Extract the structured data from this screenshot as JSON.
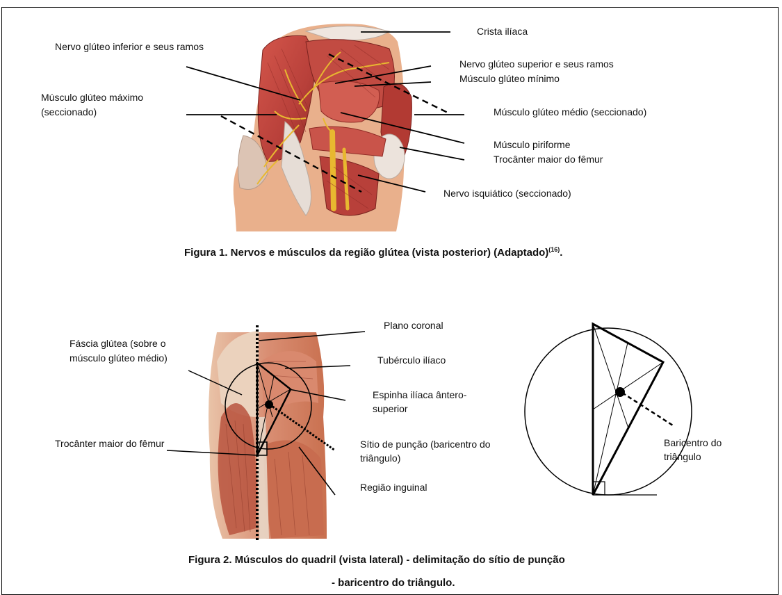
{
  "figure1": {
    "caption": "Figura 1. Nervos e músculos da região glútea (vista posterior) (Adaptado)",
    "caption_ref": "(16)",
    "caption_end": ".",
    "labels": {
      "crista_iliaca": "Crista ilíaca",
      "nervo_gluteo_inferior": "Nervo glúteo inferior e seus ramos",
      "nervo_gluteo_superior": "Nervo glúteo superior e seus ramos",
      "musculo_gluteo_minimo": "Músculo glúteo mínimo",
      "musculo_gluteo_maximo_1": "Músculo glúteo máximo",
      "musculo_gluteo_maximo_2": "(seccionado)",
      "musculo_gluteo_medio": "Músculo glúteo médio (seccionado)",
      "musculo_piriforme": "Músculo piriforme",
      "trocanter_maior": "Trocânter maior do fêmur",
      "nervo_isquiatico": "Nervo isquiático (seccionado)"
    }
  },
  "figure2": {
    "caption_line1": "Figura 2. Músculos do quadril (vista lateral) - delimitação do sítio de punção",
    "caption_line2": "- baricentro do triângulo.",
    "labels": {
      "fascia_1": "Fáscia glútea (sobre o",
      "fascia_2": "músculo glúteo médio)",
      "plano_coronal": "Plano coronal",
      "tuberculo_iliaco": "Tubérculo ilíaco",
      "espinha_1": "Espinha ilíaca ântero-",
      "espinha_2": "superior",
      "trocanter": "Trocânter maior do fêmur",
      "sitio_1": "Sítio de punção (baricentro do",
      "sitio_2": "triângulo)",
      "regiao_inguinal": "Região inguinal",
      "baricentro_1": "Baricentro do",
      "baricentro_2": "triângulo"
    }
  },
  "colors": {
    "muscle": "#c8473f",
    "muscle_dark": "#8e2a25",
    "tendon": "#e6ddd6",
    "skin": "#e9b08c",
    "nerve": "#e8b830"
  }
}
